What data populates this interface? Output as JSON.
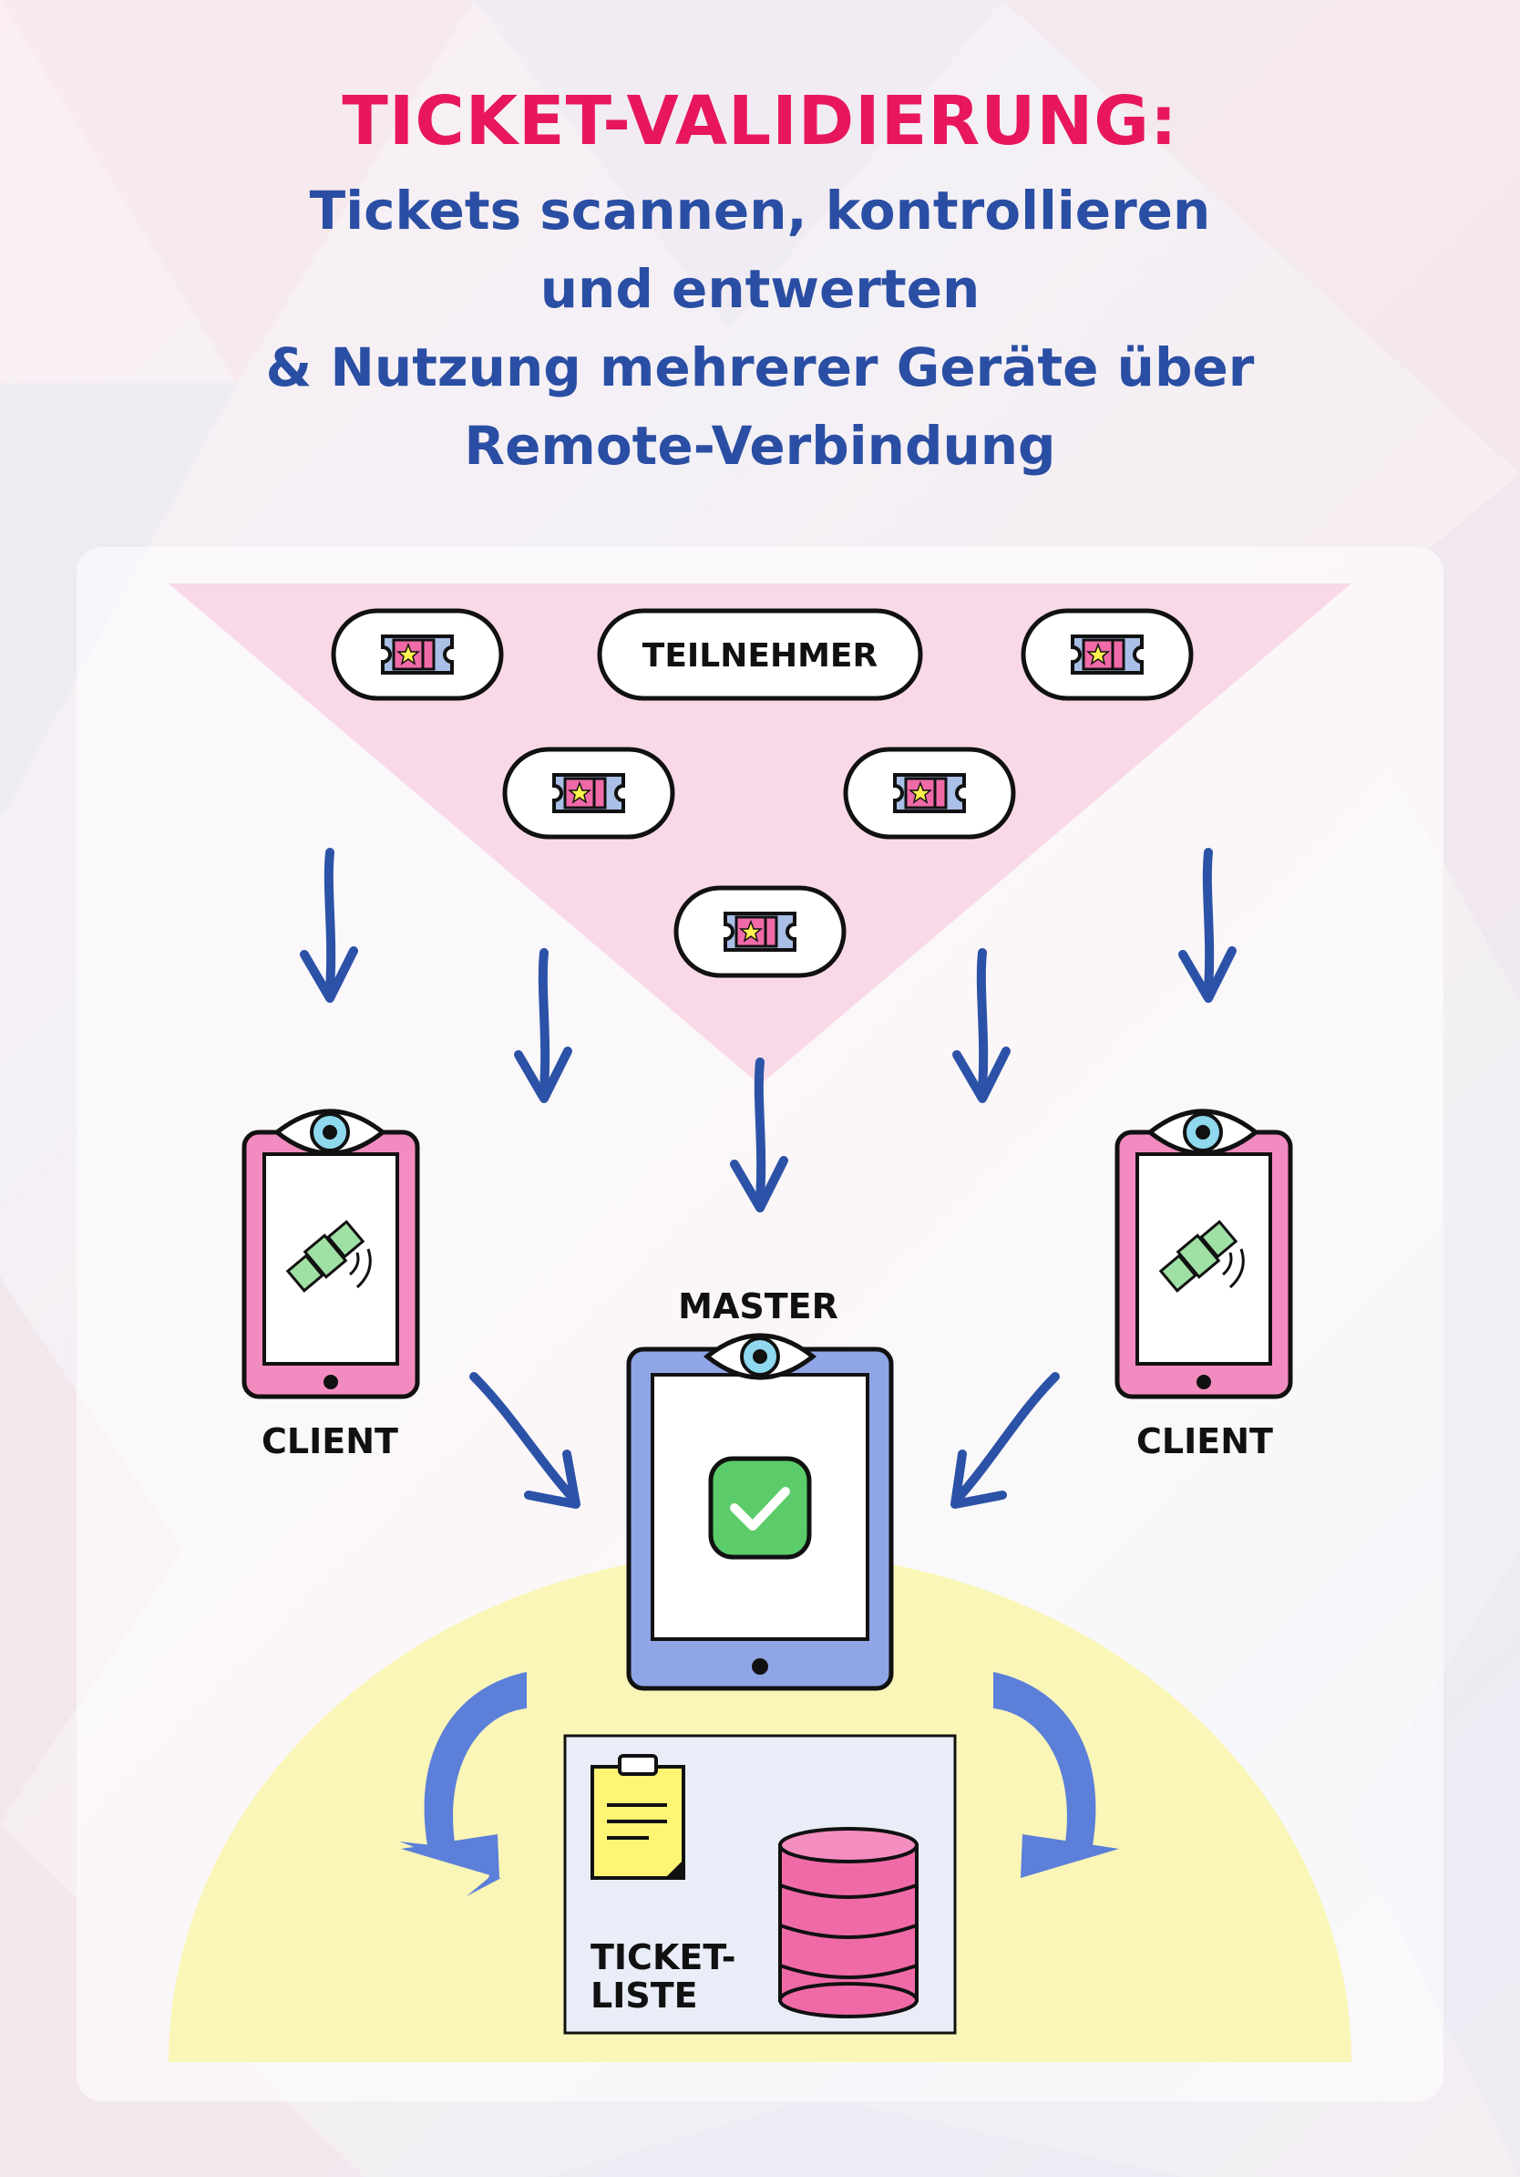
{
  "title": "TICKET-VALIDIERUNG:",
  "subtitle_lines": [
    "Tickets scannen, kontrollieren",
    "und entwerten",
    "& Nutzung mehrerer Geräte über",
    "Remote-Verbindung"
  ],
  "participants_label": "TEILNEHMER",
  "master_label": "MASTER",
  "client_label_left": "CLIENT",
  "client_label_right": "CLIENT",
  "ticket_list_label": [
    "TICKET-",
    "LISTE"
  ],
  "icons": [
    "ticket-icon",
    "eye-icon",
    "satellite-icon",
    "check-icon",
    "clipboard-icon",
    "database-icon"
  ],
  "colors": {
    "title": "#e8175d",
    "subtitle": "#2a4ea3",
    "arrow": "#2c52a8",
    "funnel": "#f9d9e8",
    "client_device": "#f28cc0",
    "master_device": "#8fa5e6",
    "output_area": "#faf6b8",
    "database": "#f06aa8",
    "check": "#5ccc6a"
  }
}
